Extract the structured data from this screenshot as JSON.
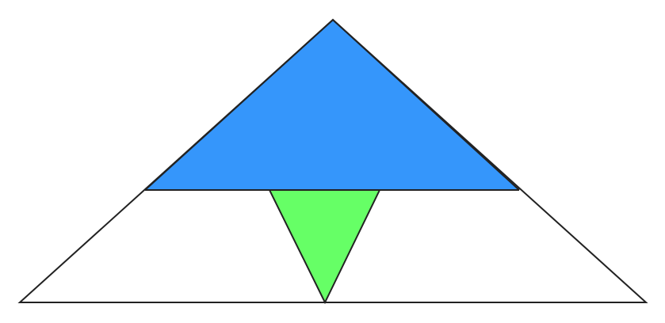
{
  "figure": {
    "background": "#ffffff",
    "stroke_color": "#222222",
    "shapes": [
      {
        "name": "large-outer-triangle",
        "fill": "none"
      },
      {
        "name": "blue-top-triangle",
        "fill": "#3596fb"
      },
      {
        "name": "horizontal-divider-line",
        "fill": "none"
      },
      {
        "name": "green-inverted-triangle",
        "fill": "#66ff66"
      }
    ]
  }
}
